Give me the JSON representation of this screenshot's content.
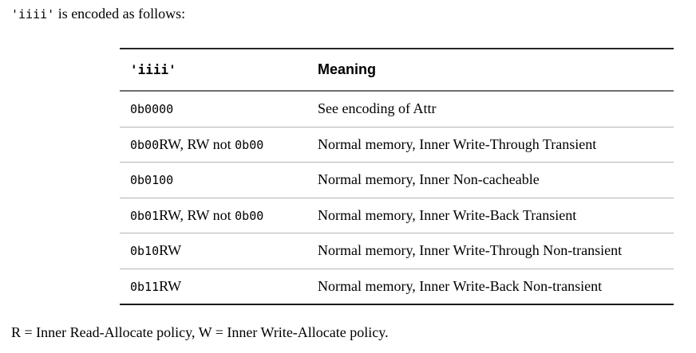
{
  "intro": {
    "code": "'iiii'",
    "text": " is encoded as follows:"
  },
  "table": {
    "columns": [
      {
        "label": "'iiii'"
      },
      {
        "label": "Meaning"
      }
    ],
    "rows": [
      {
        "iiii": [
          [
            "code",
            "0b0000"
          ]
        ],
        "meaning": "See encoding of Attr"
      },
      {
        "iiii": [
          [
            "code",
            "0b00"
          ],
          [
            "text",
            "RW, RW not "
          ],
          [
            "code",
            "0b00"
          ]
        ],
        "meaning": "Normal memory, Inner Write-Through Transient"
      },
      {
        "iiii": [
          [
            "code",
            "0b0100"
          ]
        ],
        "meaning": "Normal memory, Inner Non-cacheable"
      },
      {
        "iiii": [
          [
            "code",
            "0b01"
          ],
          [
            "text",
            "RW, RW not "
          ],
          [
            "code",
            "0b00"
          ]
        ],
        "meaning": "Normal memory, Inner Write-Back Transient"
      },
      {
        "iiii": [
          [
            "code",
            "0b10"
          ],
          [
            "text",
            "RW"
          ]
        ],
        "meaning": "Normal memory, Inner Write-Through Non-transient"
      },
      {
        "iiii": [
          [
            "code",
            "0b11"
          ],
          [
            "text",
            "RW"
          ]
        ],
        "meaning": "Normal memory, Inner Write-Back Non-transient"
      }
    ]
  },
  "footnote": "R = Inner Read-Allocate policy, W = Inner Write-Allocate policy.",
  "colors": {
    "text": "#000000",
    "rule_dark": "#262626",
    "rule_header": "#6e6e6e",
    "rule_row": "#b3b3b3",
    "background": "#ffffff"
  }
}
